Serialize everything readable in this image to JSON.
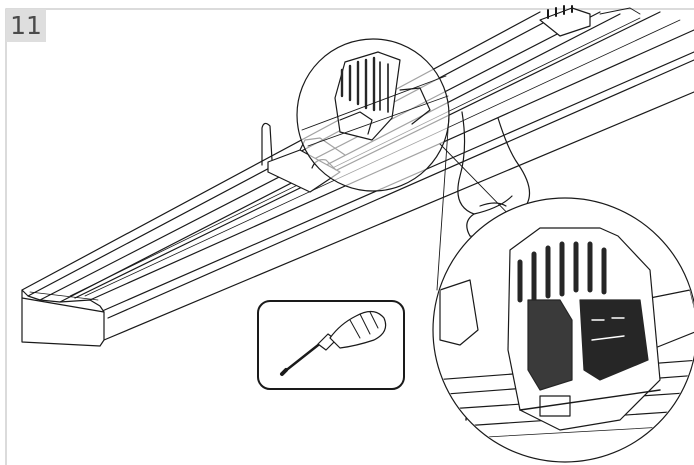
{
  "step": {
    "number": "11"
  },
  "colors": {
    "line": "#1a1a1a",
    "badge_bg": "#dedede",
    "badge_text": "#4a4a4a",
    "frame": "#cfcfcf",
    "connector": "#262626"
  },
  "icons": {
    "screwdriver": "screwdriver-icon",
    "hand": "hand-with-screwdriver-icon",
    "magnifier": "zoom-detail-circle",
    "fixture": "linear-luminaire-rail"
  }
}
